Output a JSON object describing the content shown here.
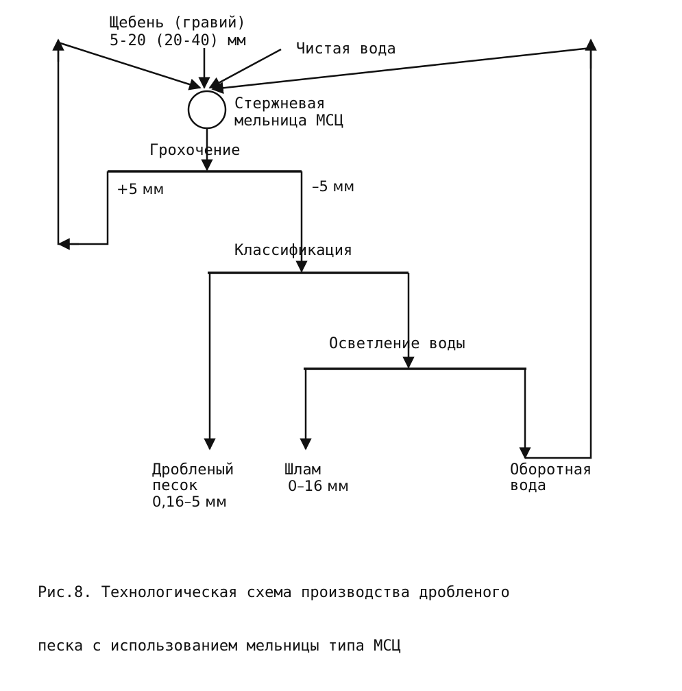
{
  "inputs": {
    "gravel_line1": "Щебень (гравий)",
    "gravel_line2": "5-20 (20-40) мм",
    "clean_water": "Чистая вода"
  },
  "mill": {
    "line1": "Стержневая",
    "line2": "мельница МСЦ"
  },
  "screening": {
    "label": "Грохочение",
    "oversize": "+5 мм",
    "undersize": "–5 мм"
  },
  "classification": {
    "label": "Классификация"
  },
  "clarification": {
    "label": "Осветление воды"
  },
  "outputs": {
    "sand_line1": "Дробленый",
    "sand_line2": "песок",
    "sand_line3": "0,16–5 мм",
    "sludge_line1": "Шлам",
    "sludge_line2": "0–16 мм",
    "water_line1": "Оборотная",
    "water_line2": "вода"
  },
  "caption": {
    "line1": "Рис.8. Технологическая схема производства дробленого",
    "line2": "песка с использованием мельницы типа МСЦ"
  }
}
